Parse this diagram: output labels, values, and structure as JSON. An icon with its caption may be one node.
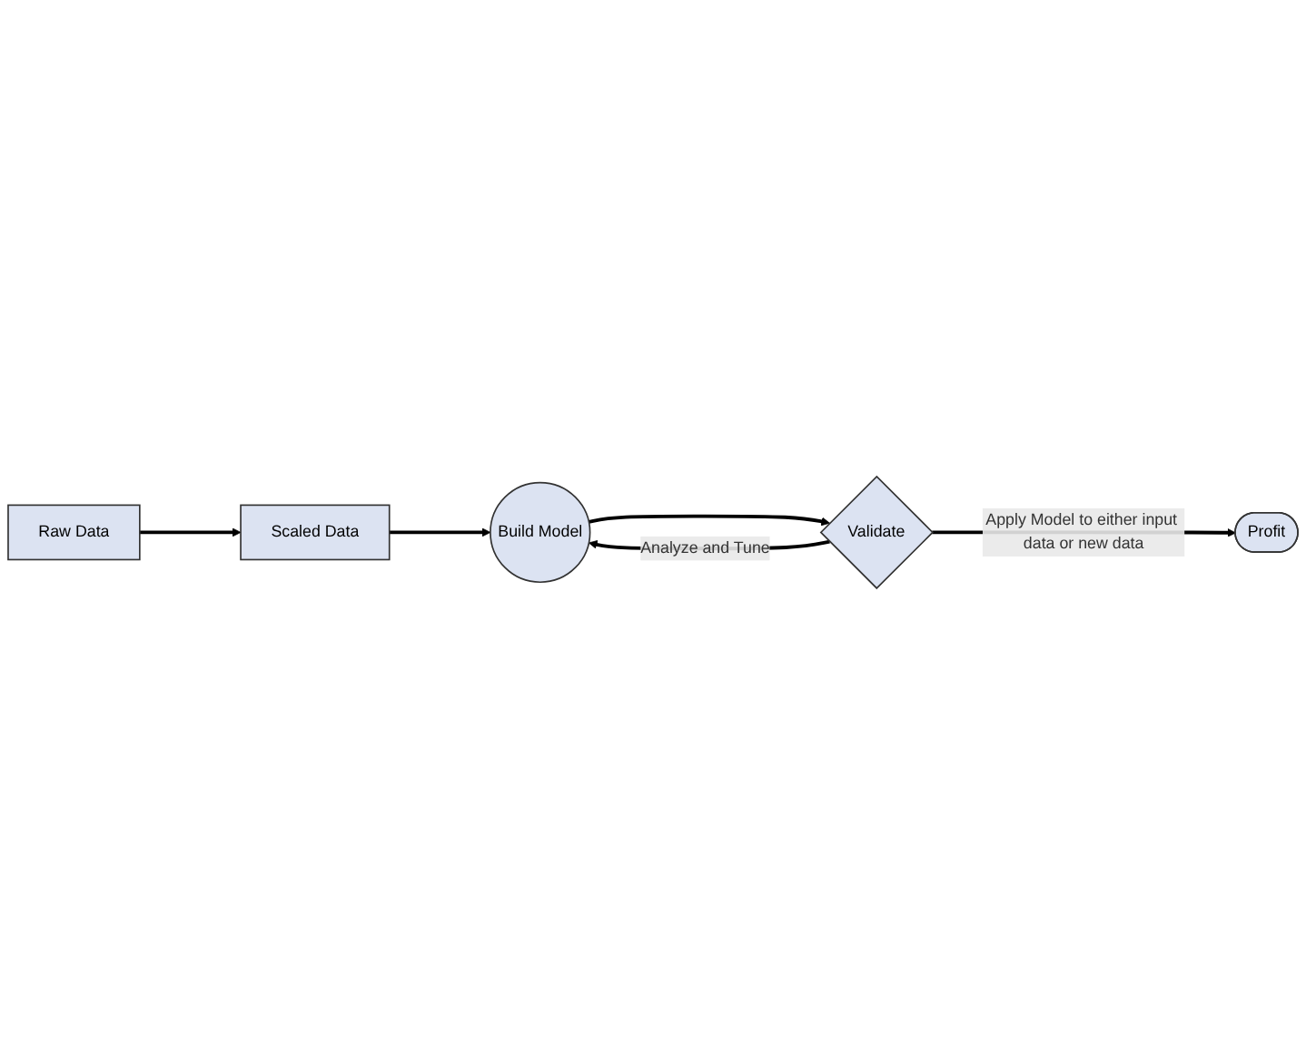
{
  "diagram": {
    "nodes": [
      {
        "text": [
          "Raw Data"
        ]
      },
      {
        "text": [
          "Scaled Data"
        ]
      },
      {
        "text": [
          "Build Model"
        ]
      },
      {
        "text": [
          "Validate"
        ]
      },
      {
        "text": [
          "Profit"
        ]
      }
    ],
    "edges": [
      {
        "from": 0,
        "to": 1,
        "arrow": "to"
      },
      {
        "from": 1,
        "to": 2,
        "arrow": "to"
      },
      {
        "from": 2,
        "to": 3,
        "arrow": "to"
      },
      {
        "from": 3,
        "to": 2,
        "arrow": "to",
        "label": "Analyze and Tune"
      },
      {
        "from": 3,
        "to": 4,
        "arrow": "to",
        "label": "Apply Model to either input data or new data"
      }
    ]
  }
}
